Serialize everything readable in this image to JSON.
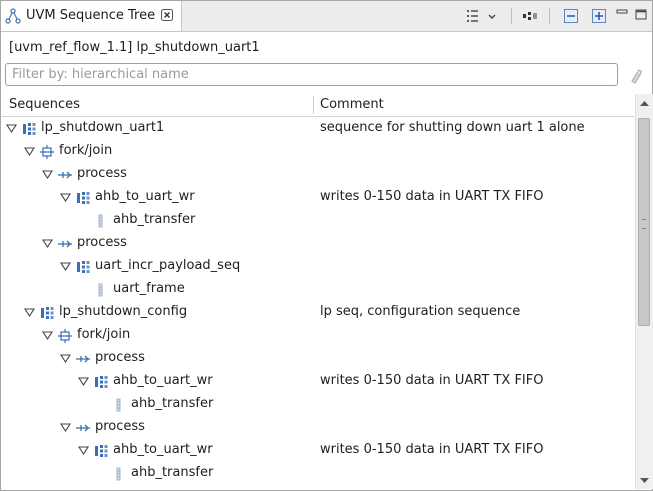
{
  "tab": {
    "title": "UVM Sequence Tree"
  },
  "header": {
    "text": "[uvm_ref_flow_1.1] lp_shutdown_uart1"
  },
  "filter": {
    "placeholder": "Filter by: hierarchical name"
  },
  "columns": {
    "sequences": "Sequences",
    "comment": "Comment"
  },
  "rows": [
    {
      "label": "lp_shutdown_uart1",
      "comment": "sequence for shutting down uart 1 alone",
      "icon": "sequence-icon",
      "expanded": true
    },
    {
      "label": "fork/join",
      "comment": "",
      "icon": "fork-join-icon",
      "expanded": true
    },
    {
      "label": "process",
      "comment": "",
      "icon": "process-icon",
      "expanded": true
    },
    {
      "label": "ahb_to_uart_wr",
      "comment": "writes 0-150 data in UART TX FIFO",
      "icon": "sequence-icon",
      "expanded": true
    },
    {
      "label": "ahb_transfer",
      "comment": "",
      "icon": "item-icon",
      "expanded": null
    },
    {
      "label": "process",
      "comment": "",
      "icon": "process-icon",
      "expanded": true
    },
    {
      "label": "uart_incr_payload_seq",
      "comment": "",
      "icon": "sequence-icon",
      "expanded": true
    },
    {
      "label": "uart_frame",
      "comment": "",
      "icon": "item-icon",
      "expanded": null
    },
    {
      "label": "lp_shutdown_config",
      "comment": "lp seq, configuration sequence",
      "icon": "sequence-icon",
      "expanded": true
    },
    {
      "label": "fork/join",
      "comment": "",
      "icon": "fork-join-icon",
      "expanded": true
    },
    {
      "label": "process",
      "comment": "",
      "icon": "process-icon",
      "expanded": true
    },
    {
      "label": "ahb_to_uart_wr",
      "comment": "writes 0-150 data in UART TX FIFO",
      "icon": "sequence-icon",
      "expanded": true
    },
    {
      "label": "ahb_transfer",
      "comment": "",
      "icon": "item-icon",
      "expanded": null
    },
    {
      "label": "process",
      "comment": "",
      "icon": "process-icon",
      "expanded": true
    },
    {
      "label": "ahb_to_uart_wr",
      "comment": "writes 0-150 data in UART TX FIFO",
      "icon": "sequence-icon",
      "expanded": true
    },
    {
      "label": "ahb_transfer",
      "comment": "",
      "icon": "item-icon",
      "expanded": null
    }
  ],
  "colors": {
    "accent": "#3b6fb6",
    "scroll_thumb": "#c8c8c8"
  }
}
